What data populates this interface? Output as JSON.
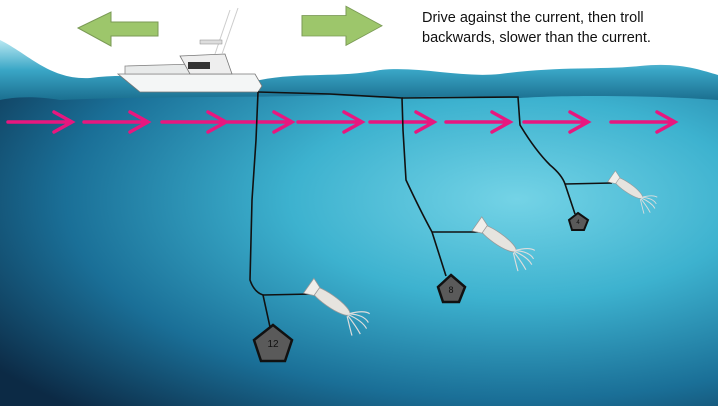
{
  "caption": {
    "line1": "Drive against the current, then troll",
    "line2": "backwards, slower than the current."
  },
  "colors": {
    "direction_arrow": "#9dc66b",
    "current_arrow": "#e8177f",
    "water_top": "#2fa8c4",
    "water_bottom": "#0d2c48",
    "weight": "#555555"
  },
  "current_arrow_count": 9,
  "rigs": [
    {
      "weight_label": "12"
    },
    {
      "weight_label": "8"
    },
    {
      "weight_label": "4"
    }
  ]
}
